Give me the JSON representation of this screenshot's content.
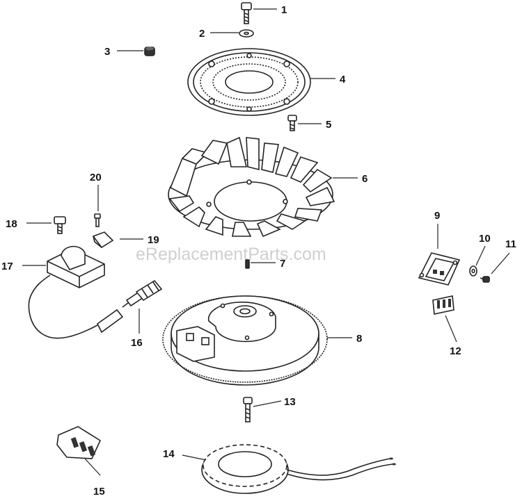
{
  "watermark": "eReplacementParts.com",
  "callouts": [
    {
      "id": "1",
      "label": "1"
    },
    {
      "id": "2",
      "label": "2"
    },
    {
      "id": "3",
      "label": "3"
    },
    {
      "id": "4",
      "label": "4"
    },
    {
      "id": "5",
      "label": "5"
    },
    {
      "id": "6",
      "label": "6"
    },
    {
      "id": "7",
      "label": "7"
    },
    {
      "id": "8",
      "label": "8"
    },
    {
      "id": "9",
      "label": "9"
    },
    {
      "id": "10",
      "label": "10"
    },
    {
      "id": "11",
      "label": "11"
    },
    {
      "id": "12",
      "label": "12"
    },
    {
      "id": "13",
      "label": "13"
    },
    {
      "id": "14",
      "label": "14"
    },
    {
      "id": "15",
      "label": "15"
    },
    {
      "id": "16",
      "label": "16"
    },
    {
      "id": "17",
      "label": "17"
    },
    {
      "id": "18",
      "label": "18"
    },
    {
      "id": "19",
      "label": "19"
    },
    {
      "id": "20",
      "label": "20"
    }
  ]
}
